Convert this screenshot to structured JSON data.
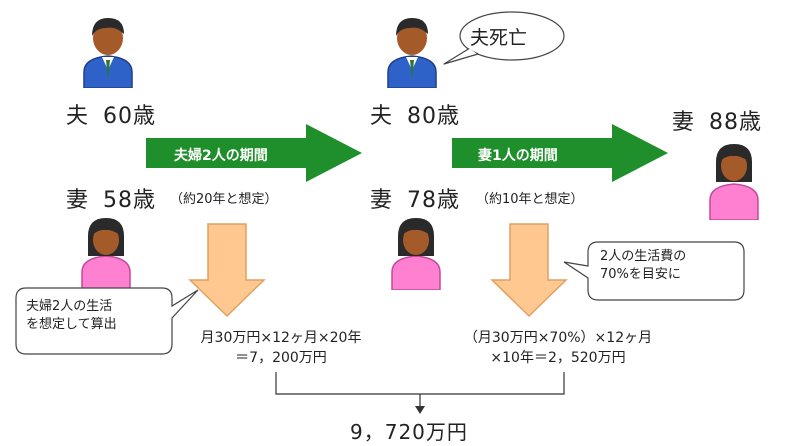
{
  "people": {
    "husband_left": {
      "label": "夫",
      "age": "60歳"
    },
    "husband_mid": {
      "label": "夫",
      "age": "80歳"
    },
    "wife_left": {
      "label": "妻",
      "age": "58歳"
    },
    "wife_mid": {
      "label": "妻",
      "age": "78歳"
    },
    "wife_right": {
      "label": "妻",
      "age": "88歳"
    }
  },
  "death_bubble": "夫死亡",
  "arrows": {
    "couple_period": {
      "label": "夫婦2人の期間",
      "note": "（約20年と想定）",
      "color": "#1e8f2a"
    },
    "single_period": {
      "label": "妻1人の期間",
      "note": "（約10年と想定）",
      "color": "#1e8f2a"
    }
  },
  "callouts": {
    "couple": [
      "夫婦2人の生活",
      "を想定して算出"
    ],
    "single": [
      "2人の生活費の",
      "70%を目安に"
    ]
  },
  "calculations": {
    "couple": [
      "月30万円×12ヶ月×20年",
      "＝7，200万円"
    ],
    "single": [
      "（月30万円×70%）×12ヶ月",
      "×10年＝2，520万円"
    ]
  },
  "total": "9，720万円",
  "colors": {
    "down_arrow": "#ffc890",
    "husband_suit": "#2f62c8",
    "wife_dress": "#ff7fd0",
    "skin": "#a55a2a",
    "hair": "#2a2a2a"
  }
}
